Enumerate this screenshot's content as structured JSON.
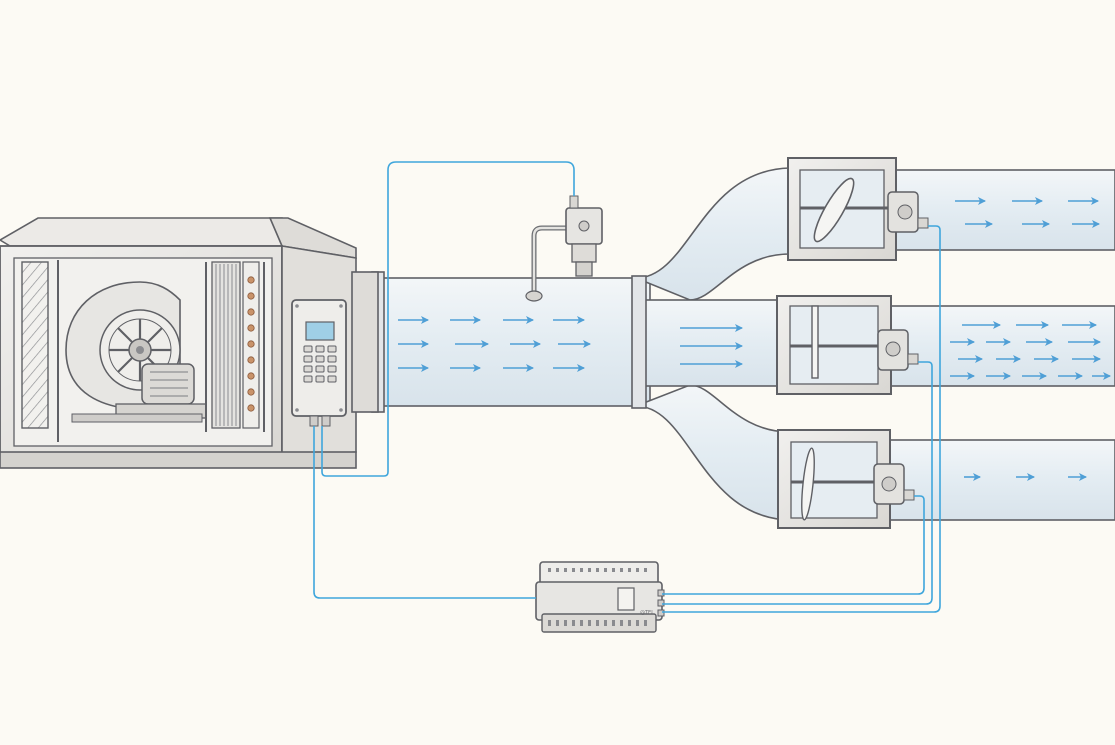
{
  "colors": {
    "background": "#fcfaf4",
    "outline": "#5f6065",
    "metal": "#e9e8e6",
    "metal_dark": "#cfcdca",
    "duct_fill": "#e8eff4",
    "airflow_arrow": "#4f9fd6",
    "control_wire": "#3fa6dc",
    "display_screen": "#9fcfe6"
  },
  "components": {
    "air_handler": {
      "icon": "air-handling-unit-icon",
      "contains": [
        "filter",
        "centrifugal-fan",
        "motor",
        "coil"
      ]
    },
    "controller": {
      "icon": "fan-speed-controller-icon",
      "keypad_keys": 12
    },
    "pressure_sensor": {
      "icon": "static-pressure-sensor-icon"
    },
    "dampers": [
      {
        "icon": "motorized-damper-icon",
        "branch": "upper",
        "blade": "partially-open"
      },
      {
        "icon": "motorized-damper-icon",
        "branch": "middle",
        "blade": "open"
      },
      {
        "icon": "motorized-damper-icon",
        "branch": "lower",
        "blade": "mostly-closed"
      }
    ],
    "plc": {
      "icon": "zone-controller-plc-icon",
      "label": "@TEL"
    }
  },
  "airflow": {
    "main_duct_arrows": 12,
    "branch_upper_arrows": 6,
    "branch_middle_arrows": 16,
    "branch_lower_arrows": 3
  }
}
